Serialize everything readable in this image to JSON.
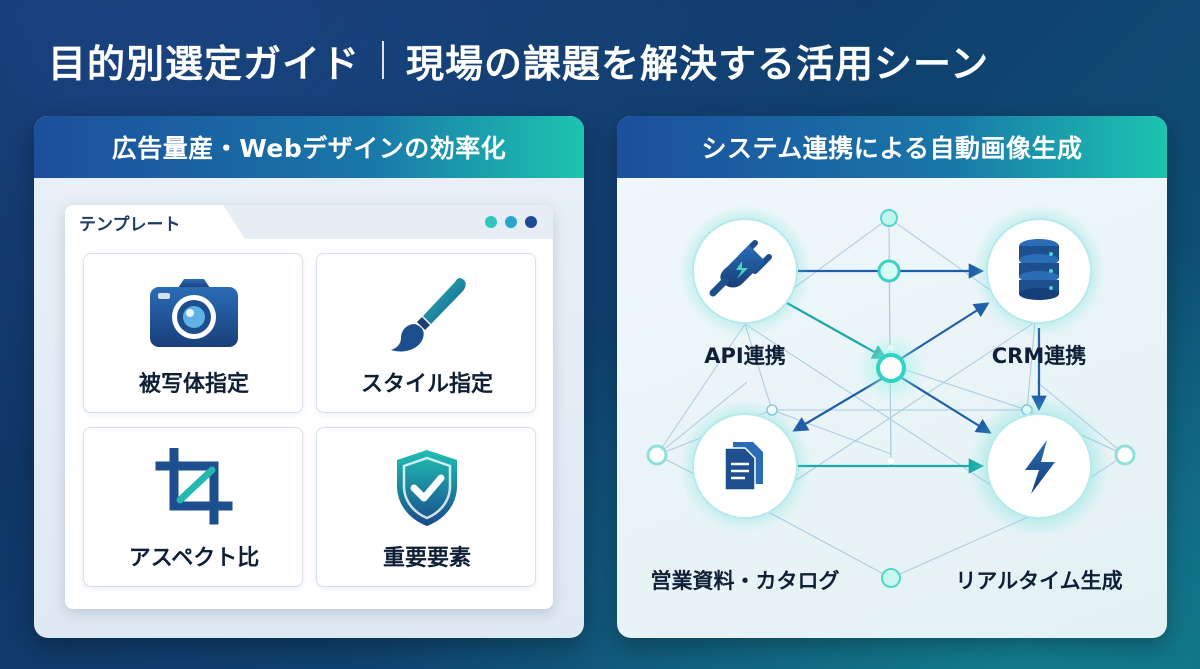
{
  "title": {
    "main": "目的別選定ガイド",
    "sub": "現場の課題を解決する活用シーン"
  },
  "colors": {
    "navy": "#1c4f9c",
    "teal": "#1cc4b0",
    "icon_blue": "#1d4f8f"
  },
  "left_panel": {
    "header": "広告量産・Webデザインの効率化",
    "window": {
      "tab_label": "テンプレート",
      "dot_colors": [
        "#2fc7c0",
        "#2aa6c9",
        "#1e4a93"
      ]
    },
    "tiles": [
      {
        "label": "被写体指定",
        "icon": "camera-icon"
      },
      {
        "label": "スタイル指定",
        "icon": "paintbrush-icon"
      },
      {
        "label": "アスペクト比",
        "icon": "crop-icon"
      },
      {
        "label": "重要要素",
        "icon": "shield-check-icon"
      }
    ]
  },
  "right_panel": {
    "header": "システム連携による自動画像生成",
    "nodes": [
      {
        "label": "API連携",
        "icon": "plug-icon"
      },
      {
        "label": "CRM連携",
        "icon": "database-icon"
      },
      {
        "label": "営業資料・カタログ",
        "icon": "document-icon"
      },
      {
        "label": "リアルタイム生成",
        "icon": "lightning-icon"
      }
    ]
  }
}
